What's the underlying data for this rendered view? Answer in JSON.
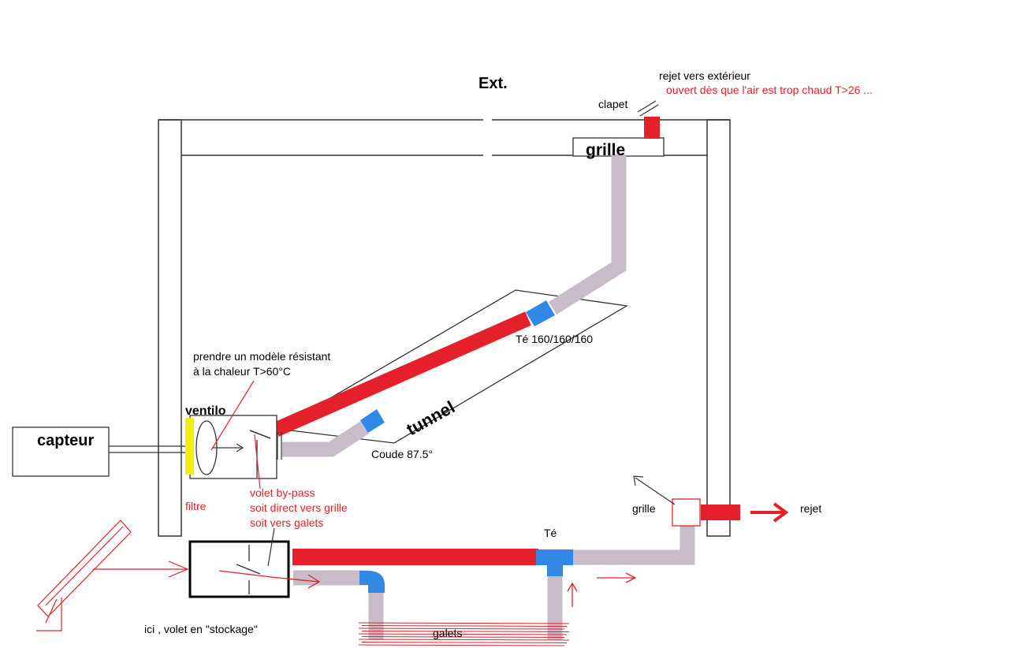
{
  "labels": {
    "ext": "Ext.",
    "rejet_exterieur": "rejet vers extérieur",
    "ouvert_condition": "ouvert dès que l'air est trop chaud T>26 ...",
    "clapet": "clapet",
    "grille_top": "grille",
    "te_160": "Té 160/160/160",
    "tunnel": "tunnel",
    "coude": "Coude 87.5°",
    "prendre_1": "prendre un modèle résistant",
    "prendre_2": "à la chaleur  T>60°C",
    "ventilo": "ventilo",
    "capteur": "capteur",
    "filtre": "filtre",
    "volet_1": "volet by-pass",
    "volet_2": "soit direct vers grille",
    "volet_3": "soit vers galets",
    "grille_bottom": "grille",
    "rejet": "rejet",
    "te_bottom": "Té",
    "ici_volet": "ici , volet en \"stockage\"",
    "galets": "galets"
  },
  "colors": {
    "duct_grey": "#c9bcc9",
    "hot_red": "#e5202a",
    "connector_blue": "#3388e6",
    "filter_yellow": "#f2ee12",
    "outline": "#333333"
  }
}
